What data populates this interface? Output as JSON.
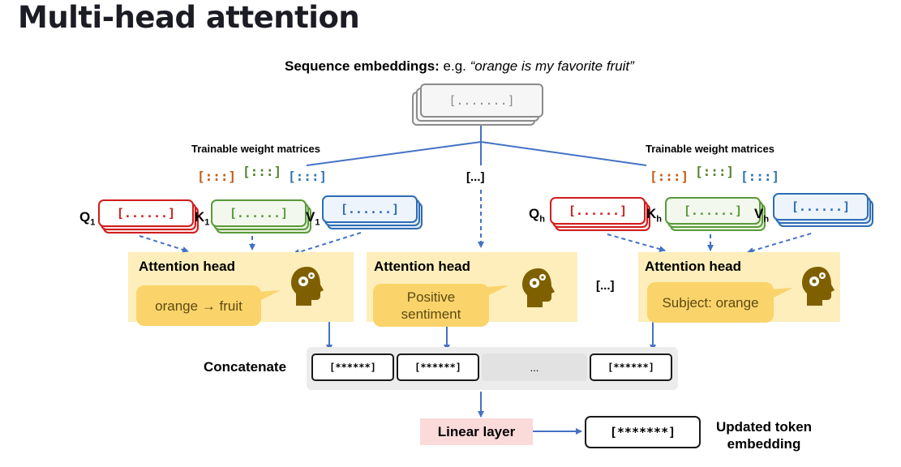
{
  "title": "Multi-head attention",
  "sequence": {
    "label_bold": "Sequence embeddings:",
    "label_eg": " e.g. ",
    "example": "“orange is my favorite fruit”",
    "vector": "[.......]"
  },
  "weights_label": "Trainable weight matrices",
  "weight_icon": "[:::]",
  "ellipsis": "[...]",
  "left_group": {
    "q_letter": "Q",
    "q_sub": "1",
    "k_letter": "K",
    "k_sub": "1",
    "v_letter": "V",
    "v_sub": "1",
    "vector": "[......]"
  },
  "right_group": {
    "q_letter": "Q",
    "q_sub": "h",
    "k_letter": "K",
    "k_sub": "h",
    "v_letter": "V",
    "v_sub": "h",
    "vector": "[......]"
  },
  "heads": [
    {
      "title": "Attention head",
      "bubble": "orange → fruit"
    },
    {
      "title": "Attention head",
      "bubble_line1": "Positive",
      "bubble_line2": "sentiment"
    },
    {
      "title": "Attention head",
      "bubble": "Subject: orange"
    }
  ],
  "concat": {
    "label": "Concatenate",
    "cell": "[******]",
    "gap": "..."
  },
  "linear_label": "Linear layer",
  "output": {
    "vector": "[*******]",
    "label_line1": "Updated token",
    "label_line2": "embedding"
  },
  "colors": {
    "q": "#d01c1c",
    "k": "#5a9a3a",
    "v": "#2e6db4",
    "q_fill": "#fde8e8",
    "k_fill": "#e8f2dd",
    "v_fill": "#e6eef8",
    "arrow": "#4472c4",
    "head_bg": "#fdeebb",
    "bubble": "#fad46b",
    "linear_bg": "#fbdada",
    "weight_orange": "#c55a11",
    "weight_green": "#548235",
    "weight_blue": "#2e75b6"
  }
}
